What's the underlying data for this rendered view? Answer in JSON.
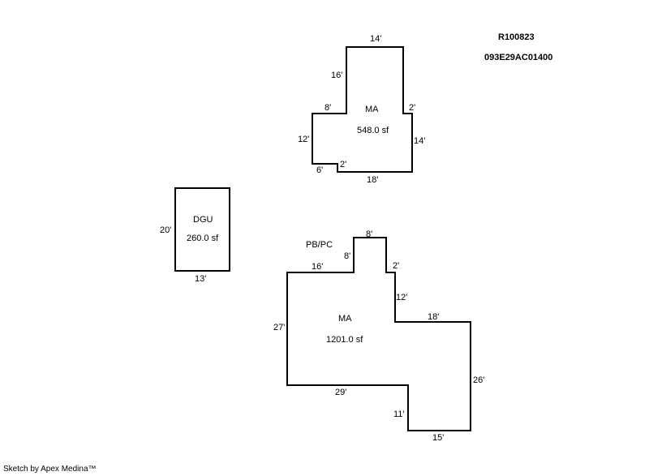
{
  "header": {
    "parcel_id": "R100823",
    "map_number": "093E29AC01400"
  },
  "areas": {
    "upper_ma": {
      "label": "MA",
      "area": "548.0 sf",
      "dims": [
        "14'",
        "2'",
        "14'",
        "18'",
        "2'",
        "6'",
        "12'",
        "8'",
        "16'"
      ]
    },
    "dgu": {
      "label": "DGU",
      "area": "260.0 sf",
      "dims": [
        "20'",
        "13'"
      ]
    },
    "lower_ma": {
      "label": "MA",
      "area": "1201.0 sf",
      "tag": "PB/PC",
      "dims": [
        "16'",
        "8'",
        "8'",
        "2'",
        "12'",
        "18'",
        "26'",
        "15'",
        "11'",
        "29'",
        "27'"
      ]
    }
  },
  "footer": {
    "credit": "Sketch by Apex Medina™"
  },
  "colors": {
    "line": "#000000",
    "background": "#ffffff"
  }
}
